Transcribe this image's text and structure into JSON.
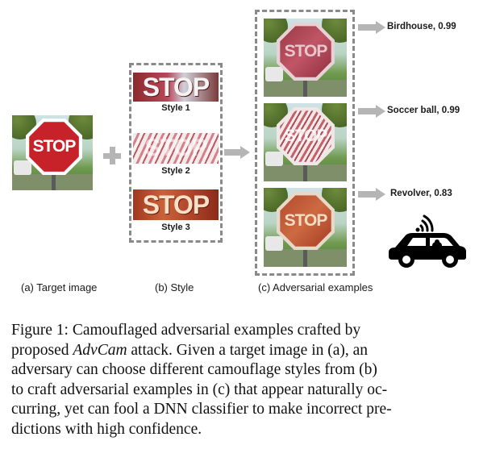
{
  "figure": {
    "target_image": {
      "sign_text": "STOP"
    },
    "styles": [
      {
        "swatch_text": "STOP",
        "label": "Style 1"
      },
      {
        "swatch_text": "STOP",
        "label": "Style 2"
      },
      {
        "swatch_text": "STOP",
        "label": "Style 3"
      }
    ],
    "adversarial_examples": [
      {
        "sign_text": "STOP",
        "prediction": "Birdhouse, 0.99"
      },
      {
        "sign_text": "STOP",
        "prediction": "Soccer ball, 0.99"
      },
      {
        "sign_text": "STOP",
        "prediction": "Revolver, 0.83"
      }
    ],
    "subcaptions": {
      "a": "(a) Target image",
      "b": "(b) Style",
      "c": "(c) Adversarial examples"
    },
    "icons": [
      "plus-icon",
      "arrow-right-icon",
      "autonomous-car-icon",
      "wireless-signal-icon"
    ]
  },
  "caption": {
    "line1": "Figure 1:  Camouflaged adversarial examples crafted by",
    "line2_pre": "proposed ",
    "line2_em": "AdvCam",
    "line2_post": " attack.  Given a target image in (a), an",
    "line3": "adversary can choose different camouflage styles from (b)",
    "line4": "to craft adversarial examples in (c) that appear naturally oc-",
    "line5": "curring, yet can fool a DNN classifier to make incorrect pre-",
    "line6": "dictions with high confidence."
  }
}
